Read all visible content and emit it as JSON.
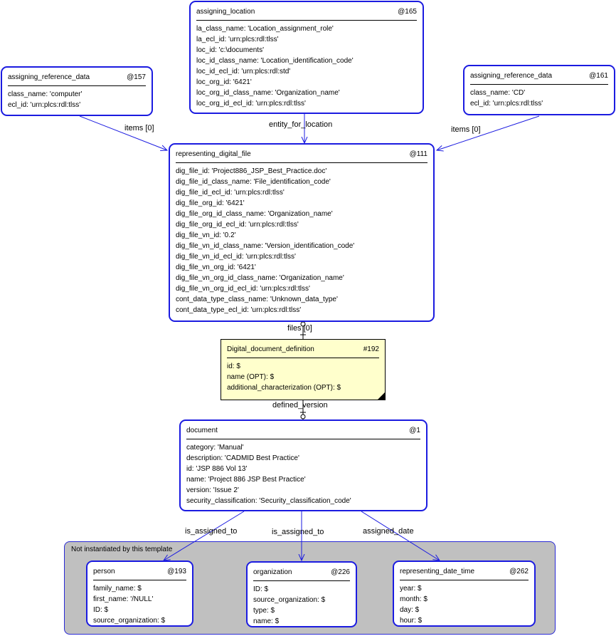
{
  "group": {
    "label": "Not instantiated by this template"
  },
  "nodes": {
    "assigning_location": {
      "title": "assigning_location",
      "id": "@165",
      "attrs": [
        "la_class_name: 'Location_assignment_role'",
        "la_ecl_id: 'urn:plcs:rdl:tlss'",
        "loc_id: 'c:\\documents'",
        "loc_id_class_name: 'Location_identification_code'",
        "loc_id_ecl_id: 'urn:plcs:rdl:std'",
        "loc_org_id: '6421'",
        "loc_org_id_class_name: 'Organization_name'",
        "loc_org_id_ecl_id: 'urn:plcs:rdl:tlss'"
      ]
    },
    "assigning_reference_data_157": {
      "title": "assigning_reference_data",
      "id": "@157",
      "attrs": [
        "class_name: 'computer'",
        "ecl_id: 'urn:plcs:rdl:tlss'"
      ]
    },
    "assigning_reference_data_161": {
      "title": "assigning_reference_data",
      "id": "@161",
      "attrs": [
        "class_name: 'CD'",
        "ecl_id: 'urn:plcs:rdl:tlss'"
      ]
    },
    "representing_digital_file": {
      "title": "representing_digital_file",
      "id": "@111",
      "attrs": [
        "dig_file_id: 'Project886_JSP_Best_Practice.doc'",
        "dig_file_id_class_name: 'File_identification_code'",
        "dig_file_id_ecl_id: 'urn:plcs:rdl:tlss'",
        "dig_file_org_id: '6421'",
        "dig_file_org_id_class_name: 'Organization_name'",
        "dig_file_org_id_ecl_id: 'urn:plcs:rdl:tlss'",
        "dig_file_vn_id: '0.2'",
        "dig_file_vn_id_class_name: 'Version_identification_code'",
        "dig_file_vn_id_ecl_id: 'urn:plcs:rdl:tlss'",
        "dig_file_vn_org_id: '6421'",
        "dig_file_vn_org_id_class_name: 'Organization_name'",
        "dig_file_vn_org_id_ecl_id: 'urn:plcs:rdl:tlss'",
        "cont_data_type_class_name: 'Unknown_data_type'",
        "cont_data_type_ecl_id: 'urn:plcs:rdl:tlss'"
      ]
    },
    "digital_document_definition": {
      "title": "Digital_document_definition",
      "id": "#192",
      "attrs": [
        "id: $",
        "name (OPT): $",
        "additional_characterization (OPT): $"
      ]
    },
    "document": {
      "title": "document",
      "id": "@1",
      "attrs": [
        "category: 'Manual'",
        "description: 'CADMID Best Practice'",
        "id: 'JSP 886 Vol 13'",
        "name: 'Project 886 JSP Best Practice'",
        "version: 'Issue 2'",
        "security_classification: 'Security_classification_code'"
      ]
    },
    "person": {
      "title": "person",
      "id": "@193",
      "attrs": [
        "family_name: $",
        "first_name: '/NULL'",
        "ID: $",
        "source_organization: $"
      ]
    },
    "organization": {
      "title": "organization",
      "id": "@226",
      "attrs": [
        "ID: $",
        "source_organization: $",
        "type: $",
        "name: $"
      ]
    },
    "representing_date_time": {
      "title": "representing_date_time",
      "id": "@262",
      "attrs": [
        "year: $",
        "month: $",
        "day: $",
        "hour: $"
      ]
    }
  },
  "edges": {
    "items_left": "items [0]",
    "entity_for_location": "entity_for_location",
    "items_right": "items [0]",
    "files": "files [0]",
    "defined_version": "defined_version",
    "is_assigned_to_person": "is_assigned_to",
    "is_assigned_to_org": "is_assigned_to",
    "assigned_date": "assigned_date"
  },
  "colors": {
    "node_border": "#1b1be0",
    "edge": "#1b1be0",
    "group_fill": "#c0c0c0",
    "note_fill": "#ffffcc"
  }
}
